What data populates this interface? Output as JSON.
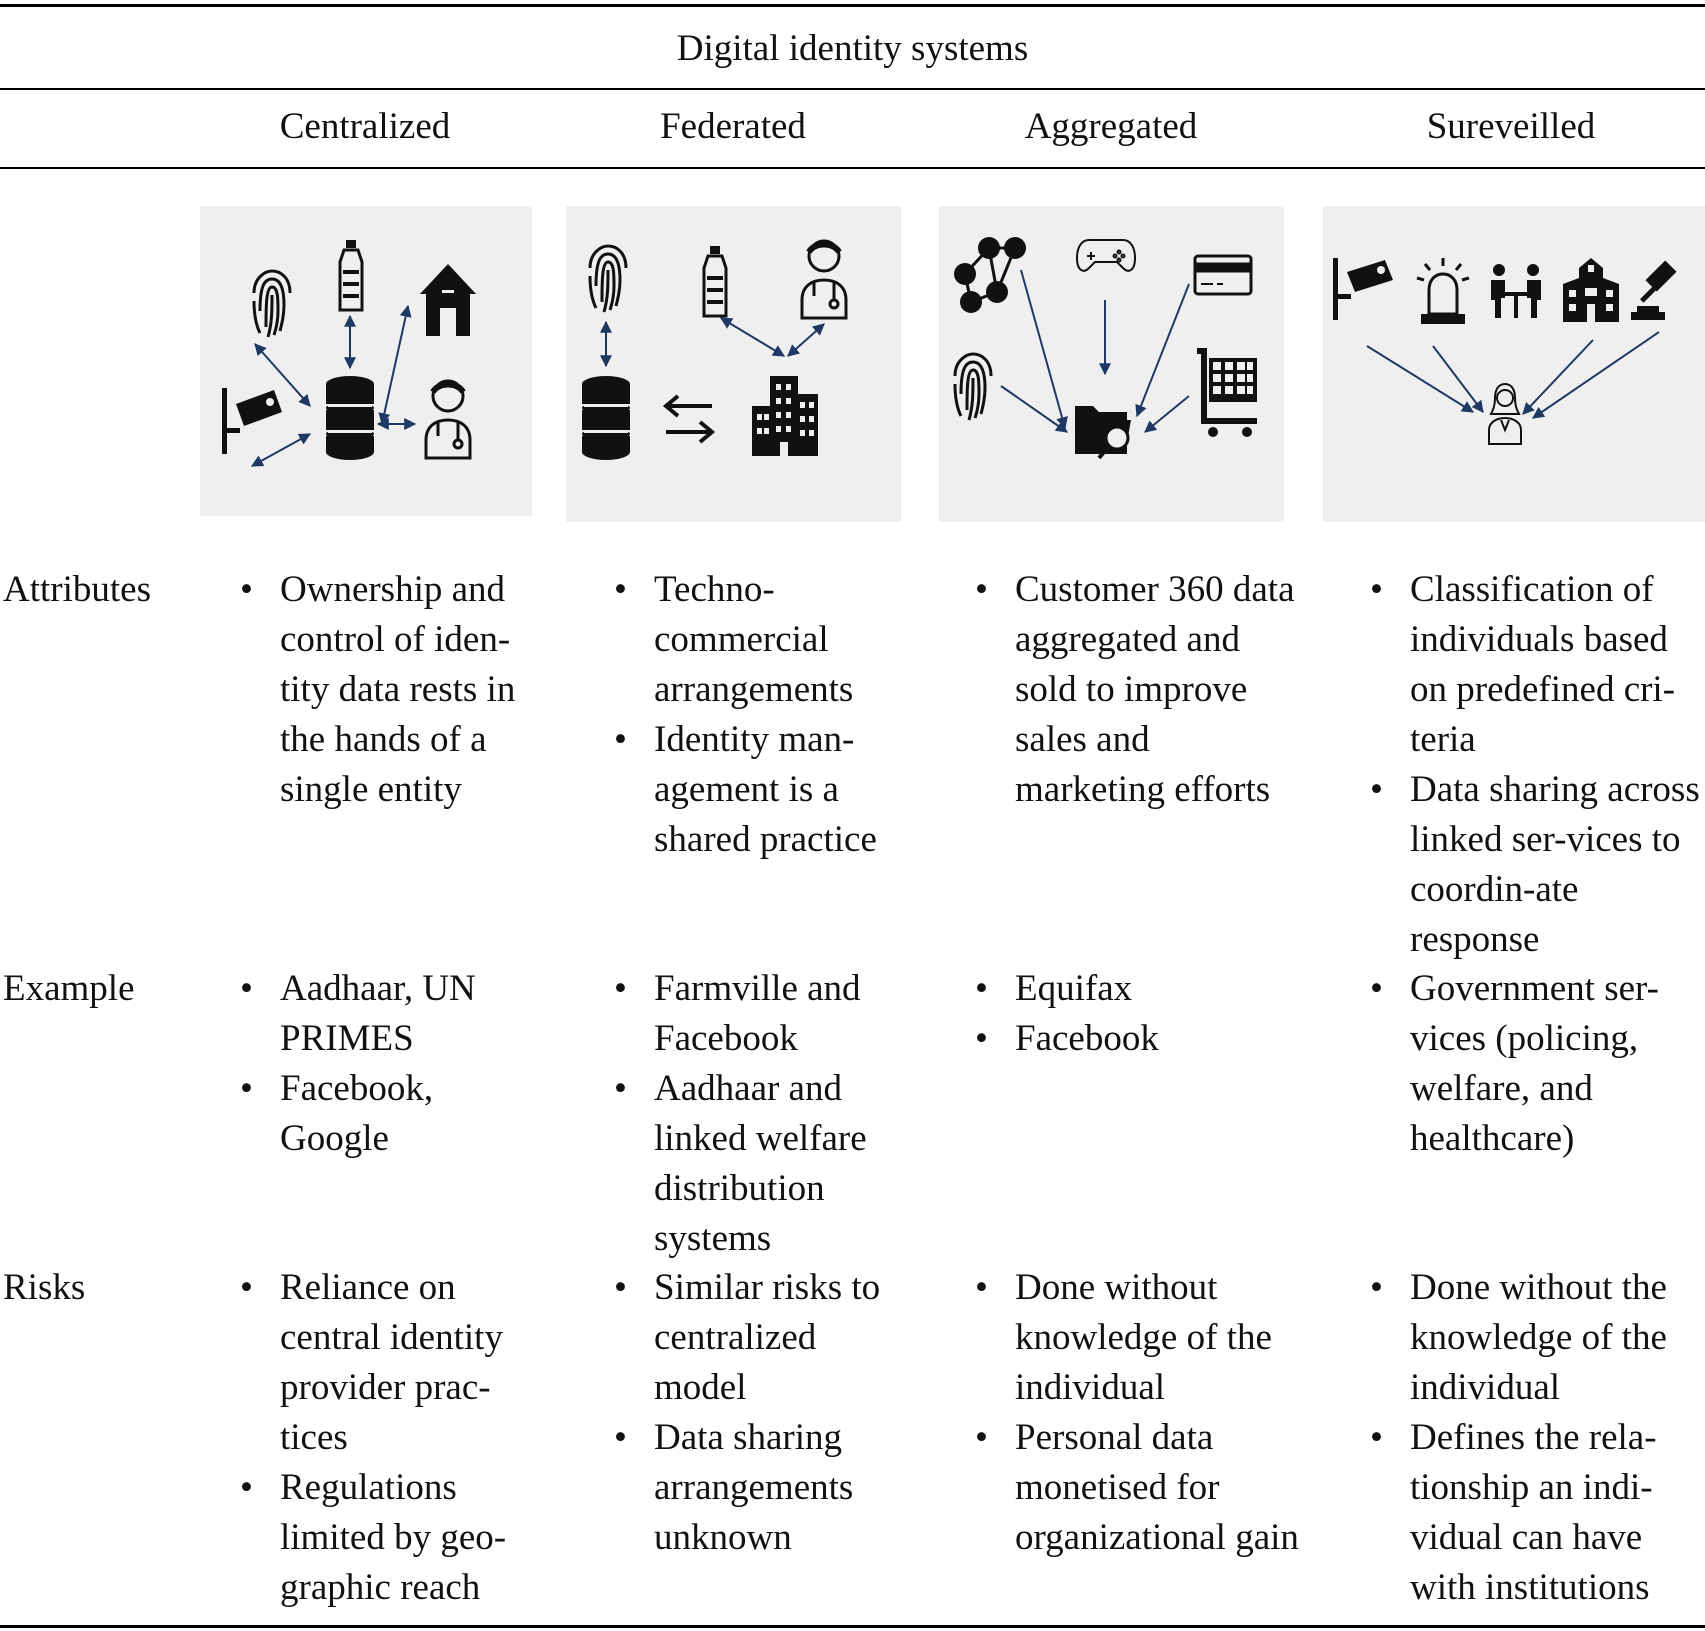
{
  "table": {
    "title": "Digital identity systems",
    "columns": [
      {
        "label": "Centralized"
      },
      {
        "label": "Federated"
      },
      {
        "label": "Aggregated"
      },
      {
        "label": "Sureveilled"
      }
    ],
    "rows": [
      {
        "label": "Attributes",
        "cells": [
          [
            "Ownership and control of iden-tity data rests in the hands of a single entity"
          ],
          [
            "Techno-commercial arrangements",
            "Identity man-agement is a shared practice"
          ],
          [
            "Customer 360 data aggregated and sold to improve sales and marketing efforts"
          ],
          [
            "Classification of individuals based on predefined cri-teria",
            "Data sharing across linked ser-vices to coordin-ate response"
          ]
        ]
      },
      {
        "label": "Example",
        "cells": [
          [
            "Aadhaar, UN PRIMES",
            "Facebook, Google"
          ],
          [
            "Farmville and Facebook",
            "Aadhaar and linked welfare distribution systems"
          ],
          [
            "Equifax",
            "Facebook"
          ],
          [
            "Government ser-vices (policing, welfare, and healthcare)"
          ]
        ]
      },
      {
        "label": "Risks",
        "cells": [
          [
            "Reliance on central identity provider prac-tices",
            "Regulations limited by geo-graphic reach"
          ],
          [
            "Similar risks to centralized model",
            "Data sharing arrangements unknown"
          ],
          [
            "Done without knowledge of the individual",
            "Personal data monetised for organizational gain"
          ],
          [
            "Done without the knowledge of the individual",
            "Defines the rela-tionship an indi-vidual can have with institutions"
          ]
        ]
      }
    ]
  },
  "panels": [
    {
      "icons": [
        "fingerprint-icon",
        "water-bottle-icon",
        "house-icon",
        "cctv-camera-icon",
        "database-icon",
        "doctor-icon"
      ]
    },
    {
      "icons": [
        "fingerprint-icon",
        "water-bottle-icon",
        "doctor-icon",
        "database-icon",
        "exchange-arrows-icon",
        "office-buildings-icon"
      ]
    },
    {
      "icons": [
        "social-network-icon",
        "gamepad-icon",
        "credit-card-icon",
        "fingerprint-icon",
        "folder-search-icon",
        "shopping-cart-icon"
      ]
    },
    {
      "icons": [
        "cctv-camera-icon",
        "siren-icon",
        "meeting-icon",
        "school-icon",
        "gavel-icon",
        "person-icon"
      ]
    }
  ],
  "colors": {
    "arrow": "#1f3864",
    "panel": "#efefef",
    "rule": "#000000"
  }
}
